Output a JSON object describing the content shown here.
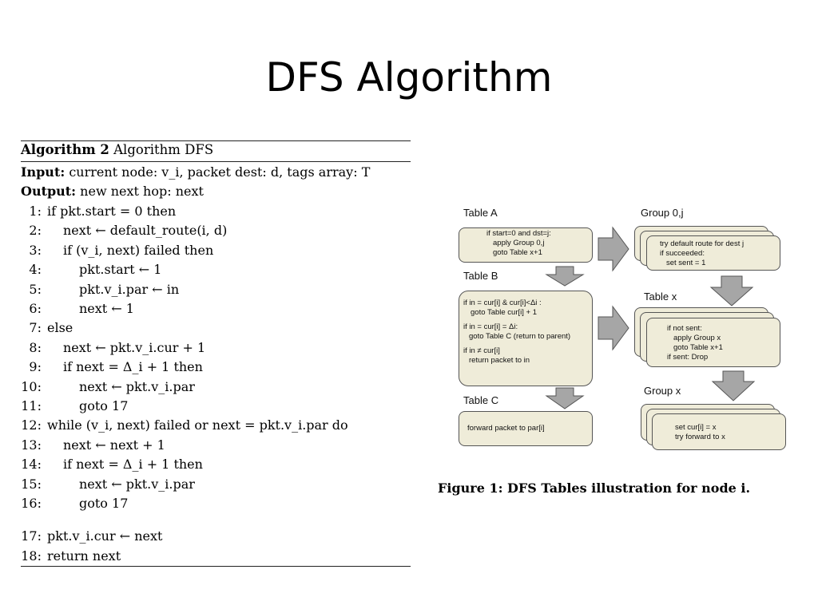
{
  "slide": {
    "title": "DFS Algorithm"
  },
  "algorithm": {
    "header_bold": "Algorithm 2",
    "header_name": "Algorithm DFS",
    "input_label": "Input:",
    "input_text": "current node: v_i, packet dest: d, tags array: T",
    "output_label": "Output:",
    "output_text": "new next hop: next",
    "lines": [
      {
        "n": "1:",
        "text": "if pkt.start = 0 then"
      },
      {
        "n": "2:",
        "text": "next ← default_route(i, d)"
      },
      {
        "n": "3:",
        "text": "if (v_i, next) failed then"
      },
      {
        "n": "4:",
        "text": "pkt.start ← 1"
      },
      {
        "n": "5:",
        "text": "pkt.v_i.par ← in"
      },
      {
        "n": "6:",
        "text": "next ← 1"
      },
      {
        "n": "7:",
        "text": "else"
      },
      {
        "n": "8:",
        "text": "next ← pkt.v_i.cur + 1"
      },
      {
        "n": "9:",
        "text": "if next = Δ_i + 1 then"
      },
      {
        "n": "10:",
        "text": "next ← pkt.v_i.par"
      },
      {
        "n": "11:",
        "text": "goto 17"
      },
      {
        "n": "12:",
        "text": "while (v_i, next) failed or next = pkt.v_i.par do"
      },
      {
        "n": "13:",
        "text": "next ← next + 1"
      },
      {
        "n": "14:",
        "text": "if next = Δ_i + 1 then"
      },
      {
        "n": "15:",
        "text": "next ← pkt.v_i.par"
      },
      {
        "n": "16:",
        "text": "goto 17"
      },
      {
        "n": "17:",
        "text": "pkt.v_i.cur ← next"
      },
      {
        "n": "18:",
        "text": "return next"
      }
    ]
  },
  "figure": {
    "table_a_label": "Table A",
    "table_a_lines": [
      "if start=0 and dst=j:",
      "apply Group 0,j",
      "goto Table x+1"
    ],
    "table_b_label": "Table B",
    "table_b_lines": [
      "if in = cur[i] & cur[i]<Δi :",
      "goto Table cur[i] + 1",
      "if in = cur[i] = Δi:",
      "goto Table C (return to parent)",
      "if in ≠ cur[i]",
      "return packet to in"
    ],
    "table_c_label": "Table C",
    "table_c_lines": [
      "forward packet to par[i]"
    ],
    "group0j_label": "Group 0,j",
    "group0j_lines": [
      "try default route for dest j",
      "if succeeded:",
      "set sent = 1"
    ],
    "table_x_label": "Table x",
    "table_x_lines": [
      "if not sent:",
      "apply Group x",
      "goto Table x+1",
      "if sent: Drop"
    ],
    "group_x_label": "Group x",
    "group_x_lines": [
      "set cur[i] = x",
      "try forward to x"
    ],
    "caption": "Figure 1: DFS Tables illustration for node i.",
    "colors": {
      "box_fill": "#efecd9",
      "arrow_fill": "#a6a6a6",
      "border": "#555555"
    }
  }
}
